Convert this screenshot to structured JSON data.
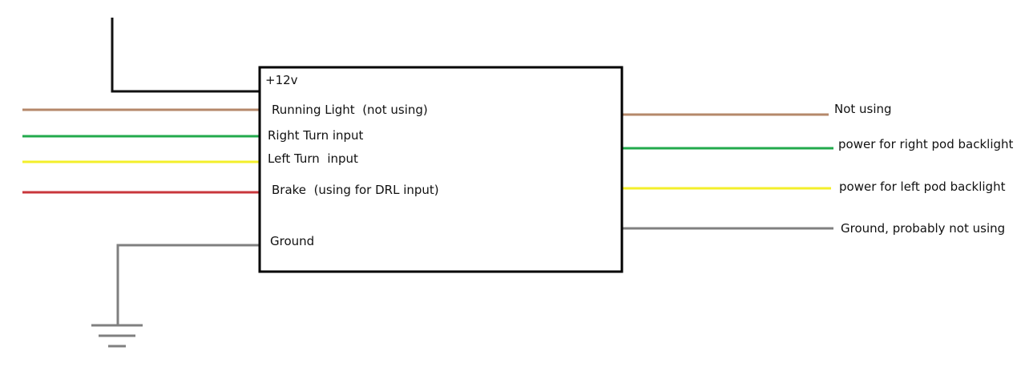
{
  "module": {
    "power_label": "+12v"
  },
  "inputs": [
    {
      "label": "Running Light  (not using)",
      "color": "#b5886a"
    },
    {
      "label": "Right Turn input",
      "color": "#22aa4c"
    },
    {
      "label": "Left Turn  input",
      "color": "#f3ef2a"
    },
    {
      "label": "Brake  (using for DRL input)",
      "color": "#c8363b"
    },
    {
      "label": "Ground",
      "color": "#808080"
    }
  ],
  "outputs": [
    {
      "label": "Not using",
      "color": "#b5886a"
    },
    {
      "label": "power for right pod backlight",
      "color": "#22aa4c"
    },
    {
      "label": "power for left pod backlight",
      "color": "#f3ef2a"
    },
    {
      "label": "Ground, probably not using",
      "color": "#808080"
    }
  ],
  "power_wire_color": "#111111",
  "ground_symbol_color": "#808080"
}
